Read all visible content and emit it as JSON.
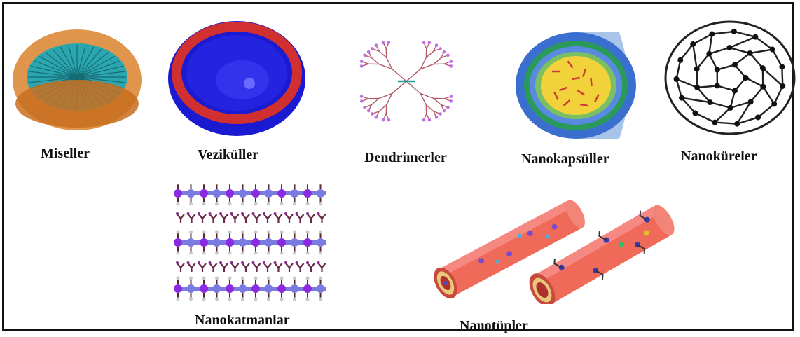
{
  "labels": {
    "micelles": "Miseller",
    "vesicles": "Veziküller",
    "dendrimers": "Dendrimerler",
    "nanocapsules": "Nanokapsüller",
    "nanospheres": "Nanoküreler",
    "nanolayers": "Nanokatmanlar",
    "nanotubes": "Nanotüpler"
  },
  "colors": {
    "frame": "#111111",
    "micelle_tail": "#d9822b",
    "micelle_core": "#2aa6b0",
    "vesicle_blue": "#1a1ad0",
    "vesicle_red": "#d03030",
    "dendrimer_branch": "#b05a6a",
    "dendrimer_tip": "#c070e0",
    "capsule_core": "#f2d23a",
    "capsule_shell": "#3a6fd0",
    "fullerene": "#222222",
    "layer_purple": "#8a2be2",
    "tube_outer": "#f06a5a"
  }
}
